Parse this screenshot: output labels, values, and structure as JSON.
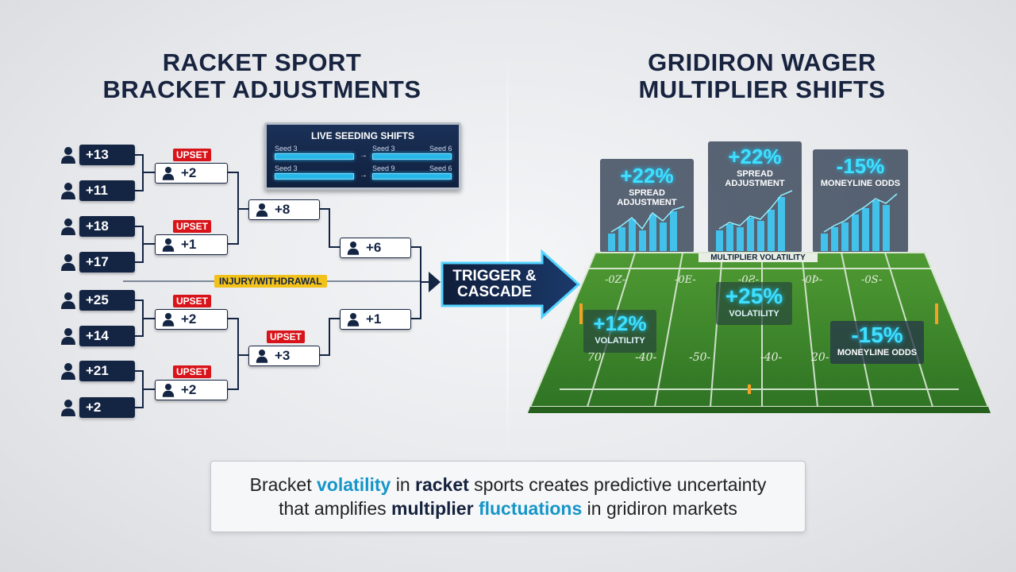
{
  "titles": {
    "left_line1": "RACKET SPORT",
    "left_line2": "BRACKET ADJUSTMENTS",
    "right_line1": "GRIDIRON WAGER",
    "right_line2": "MULTIPLIER SHIFTS"
  },
  "bracket": {
    "round1": [
      "+13",
      "+11",
      "+18",
      "+17",
      "+25",
      "+14",
      "+21",
      "+2"
    ],
    "round2": [
      "+2",
      "+1",
      "+2",
      "+2"
    ],
    "round3": [
      "+8",
      "+3"
    ],
    "round4": [
      "+6",
      "+1"
    ],
    "upset_label": "UPSET",
    "injury_label": "INJURY/WITHDRAWAL"
  },
  "live_panel": {
    "title": "LIVE SEEDING SHIFTS",
    "row1_left": "Seed 3",
    "row1_mid": "Seed 3",
    "row1_right": "Seed 6",
    "row2_left": "Seed 3",
    "row2_mid": "Seed 9",
    "row2_right": "Seed 6",
    "arrow": "→"
  },
  "trigger": {
    "line1": "TRIGGER &",
    "line2": "CASCADE"
  },
  "metrics": {
    "card1": {
      "value": "+22%",
      "label1": "SPREAD",
      "label2": "ADJUSTMENT"
    },
    "card2": {
      "value": "+22%",
      "label1": "SPREAD",
      "label2": "ADJUSTMENT"
    },
    "card3": {
      "value": "-15%",
      "label1": "MONEYLINE ODDS"
    },
    "field_title": "MULTIPLIER VOLATILITY",
    "f1": {
      "value": "+12%",
      "label": "VOLATILITY"
    },
    "f2": {
      "value": "+25%",
      "label": "VOLATILITY"
    },
    "f3": {
      "value": "-15%",
      "label": "MONEYLINE ODDS"
    }
  },
  "yard_top": [
    "-0Z-",
    "-0E-",
    "-0Ƨ-",
    "-0Þ-",
    "-0S-"
  ],
  "yard_bottom": [
    "70",
    "-40-",
    "-50-",
    "-40-",
    "20-"
  ],
  "colors": {
    "navy": "#142443",
    "upset_red": "#d8141a",
    "injury_yellow": "#f3c21a",
    "cyan": "#3fe0ff",
    "field_green": "#3f8a2c"
  },
  "caption": {
    "p1": "Bracket ",
    "w1": "volatility",
    "p2": " in ",
    "w2": "racket",
    "p3": " sports creates predictive uncertainty",
    "p4": "that amplifies ",
    "w3": "multiplier",
    "p5": " ",
    "w4": "fluctuations",
    "p6": " in gridiron markets"
  }
}
